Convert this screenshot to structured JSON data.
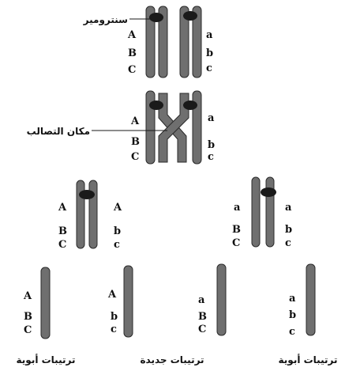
{
  "labels": {
    "centromere": "سنترومير",
    "crossover_site": "مكان التصالب",
    "parental_left": "ترتيبات أبوية",
    "recombinant": "ترتيبات جديدة",
    "parental_right": "ترتيبات أبوية"
  },
  "colors": {
    "chromatid": "#6f6f6f",
    "centromere": "#1a1a1a",
    "text": "#111111"
  },
  "alleles": {
    "upper_case": [
      "A",
      "B",
      "C"
    ],
    "lower_case": [
      "a",
      "b",
      "c"
    ]
  },
  "stage1": {
    "left": [
      "A",
      "B",
      "C"
    ],
    "right": [
      "a",
      "b",
      "c"
    ]
  },
  "stage2": {
    "left": [
      "A",
      "B",
      "C"
    ],
    "right": [
      "a",
      "b",
      "c"
    ]
  },
  "stage3": {
    "left_pair": {
      "left": [
        "A",
        "B",
        "C"
      ],
      "right": [
        "A",
        "b",
        "c"
      ]
    },
    "right_pair": {
      "left": [
        "a",
        "B",
        "C"
      ],
      "right": [
        "a",
        "b",
        "c"
      ]
    }
  },
  "stage4": {
    "gametes": [
      [
        "A",
        "B",
        "C"
      ],
      [
        "A",
        "b",
        "c"
      ],
      [
        "a",
        "B",
        "C"
      ],
      [
        "a",
        "b",
        "c"
      ]
    ]
  }
}
